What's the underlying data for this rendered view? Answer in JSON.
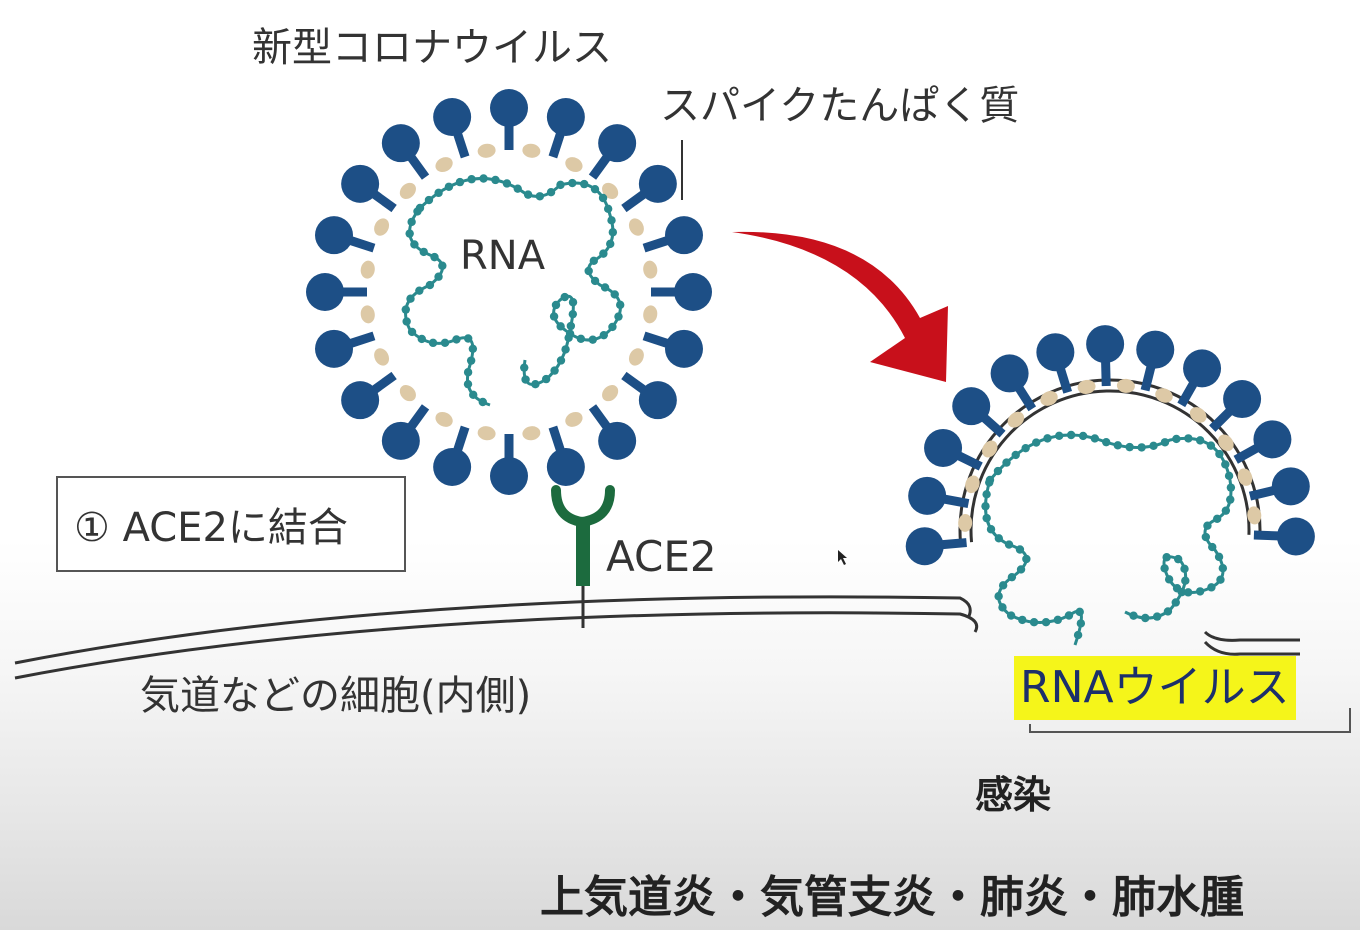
{
  "labels": {
    "title": "新型コロナウイルス",
    "spike_protein": "スパイクたんぱく質",
    "rna": "RNA",
    "step": "① ACE2に結合",
    "ace2": "ACE2",
    "cell": "気道などの細胞(内側)",
    "rna_virus": "RNAウイルス",
    "infection": "感染",
    "diseases": "上気道炎・気管支炎・肺炎・肺水腫"
  },
  "colors": {
    "spike": "#1d4f86",
    "rna_strand": "#2a8a8e",
    "membrane_dot": "#ddc9a6",
    "receptor": "#1c6b3e",
    "arrow": "#c8101b",
    "highlight": "#f5f51a"
  }
}
